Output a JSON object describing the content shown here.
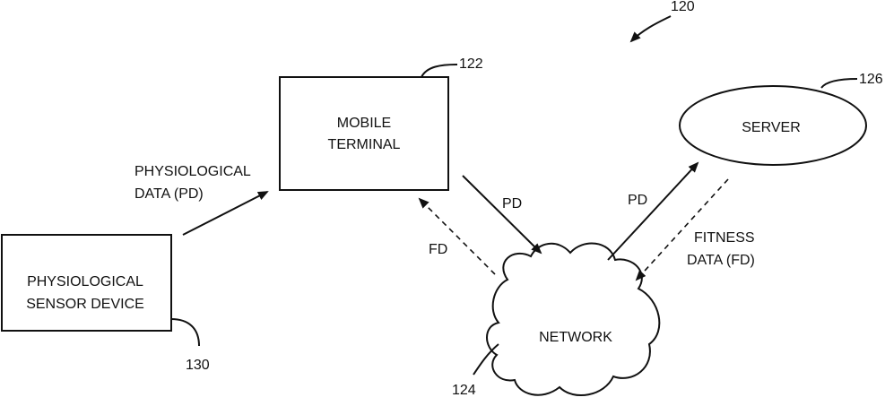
{
  "nodes": {
    "sensor": {
      "lines": [
        "PHYSIOLOGICAL",
        "SENSOR DEVICE"
      ],
      "ref": "130"
    },
    "mobile": {
      "lines": [
        "MOBILE",
        "TERMINAL"
      ],
      "ref": "122"
    },
    "server": {
      "lines": [
        "SERVER"
      ],
      "ref": "126"
    },
    "network": {
      "lines": [
        "NETWORK"
      ],
      "ref": "124"
    }
  },
  "system_ref": "120",
  "edges": {
    "sensor_to_mobile": {
      "lines": [
        "PHYSIOLOGICAL",
        "DATA (PD)"
      ]
    },
    "mobile_to_network": {
      "label": "PD"
    },
    "network_to_mobile": {
      "label": "FD"
    },
    "network_to_server": {
      "label": "PD"
    },
    "server_to_network": {
      "lines": [
        "FITNESS",
        "DATA (FD)"
      ]
    }
  },
  "colors": {
    "ink": "#111111",
    "background": "#ffffff"
  }
}
